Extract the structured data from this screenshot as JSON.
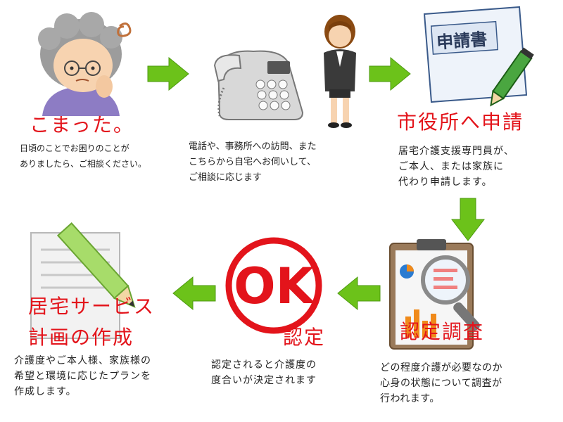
{
  "steps": [
    {
      "title": "こまった。",
      "description": "日頃のことでお困りのことが\nありましたら、ご相談ください。"
    },
    {
      "title": "",
      "description": "電話や、事務所への訪問、また\nこちらから自宅へお伺いして、\nご相談に応じます"
    },
    {
      "title": "市役所へ申請",
      "description": "居宅介護支援専門員が、\nご本人、または家族に\n代わり申請します。"
    },
    {
      "title": "認定調査",
      "description": "どの程度介護が必要なのか\n心身の状態について調査が\n行われます。"
    },
    {
      "title": "認定",
      "description": "認定されると介護度の\n度合いが決定されます"
    },
    {
      "title_line1": "居宅サービス",
      "title_line2": "計画の作成",
      "description": "介護度やご本人様、家族様の\n希望と環境に応じたプランを\n作成します。"
    }
  ],
  "form_label": "申請書",
  "ok_label": "OK",
  "colors": {
    "title_red": "#e3141b",
    "arrow_green": "#6cc21a",
    "arrow_green_dark": "#4e9a10"
  },
  "icons": [
    "elderly-woman-icon",
    "telephone-icon",
    "bowing-staff-icon",
    "application-form-icon",
    "clipboard-magnifier-icon",
    "ok-stamp-icon",
    "document-pencil-icon",
    "arrow-right-icon",
    "arrow-down-icon",
    "arrow-left-icon"
  ]
}
